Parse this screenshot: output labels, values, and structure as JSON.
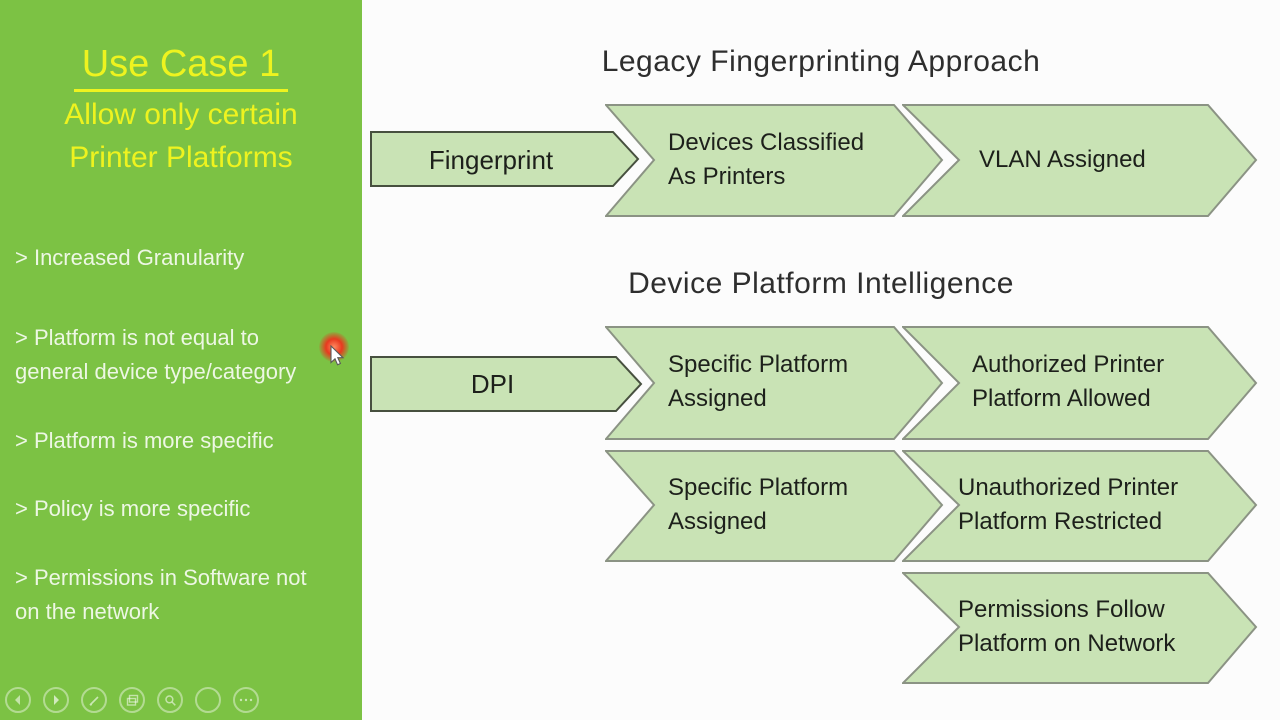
{
  "colors": {
    "sidebar_green": "#7cc244",
    "title_yellow": "#eef31f",
    "bullet_text": "#edf7e4",
    "shape_fill": "#c9e3b5",
    "chevron_border": "#8b9384",
    "pentagon_border": "#47503f",
    "shape_text": "#1d201b",
    "heading_text": "#2e2e2e",
    "cursor_red": "#e8391f"
  },
  "sidebar": {
    "title": "Use Case 1",
    "subtitle_line1": "Allow only certain",
    "subtitle_line2": "Printer Platforms",
    "bullet1": "> Increased Granularity",
    "bullet2_line1": "> Platform is not equal to",
    "bullet2_line2": "general device type/category",
    "bullet3": "> Platform is more specific",
    "bullet4": "> Policy is more specific",
    "bullet5_line1": "> Permissions in Software not",
    "bullet5_line2": "on the network"
  },
  "player": {
    "icons": [
      "previous-slide",
      "next-slide",
      "pen-tool",
      "slide-sorter",
      "zoom-search",
      "pointer-blank",
      "more-options"
    ]
  },
  "legacy": {
    "title": "Legacy Fingerprinting Approach",
    "step1": "Fingerprint",
    "step2_line1": "Devices Classified",
    "step2_line2": "As Printers",
    "step3": "VLAN Assigned"
  },
  "dpi": {
    "title": "Device Platform Intelligence",
    "step1": "DPI",
    "row1_mid_line1": "Specific Platform",
    "row1_mid_line2": "Assigned",
    "row1_end_line1": "Authorized Printer",
    "row1_end_line2": "Platform Allowed",
    "row2_mid_line1": "Specific Platform",
    "row2_mid_line2": "Assigned",
    "row2_end_line1": "Unauthorized Printer",
    "row2_end_line2": "Platform Restricted",
    "row3_line1": "Permissions Follow",
    "row3_line2": "Platform on Network"
  }
}
